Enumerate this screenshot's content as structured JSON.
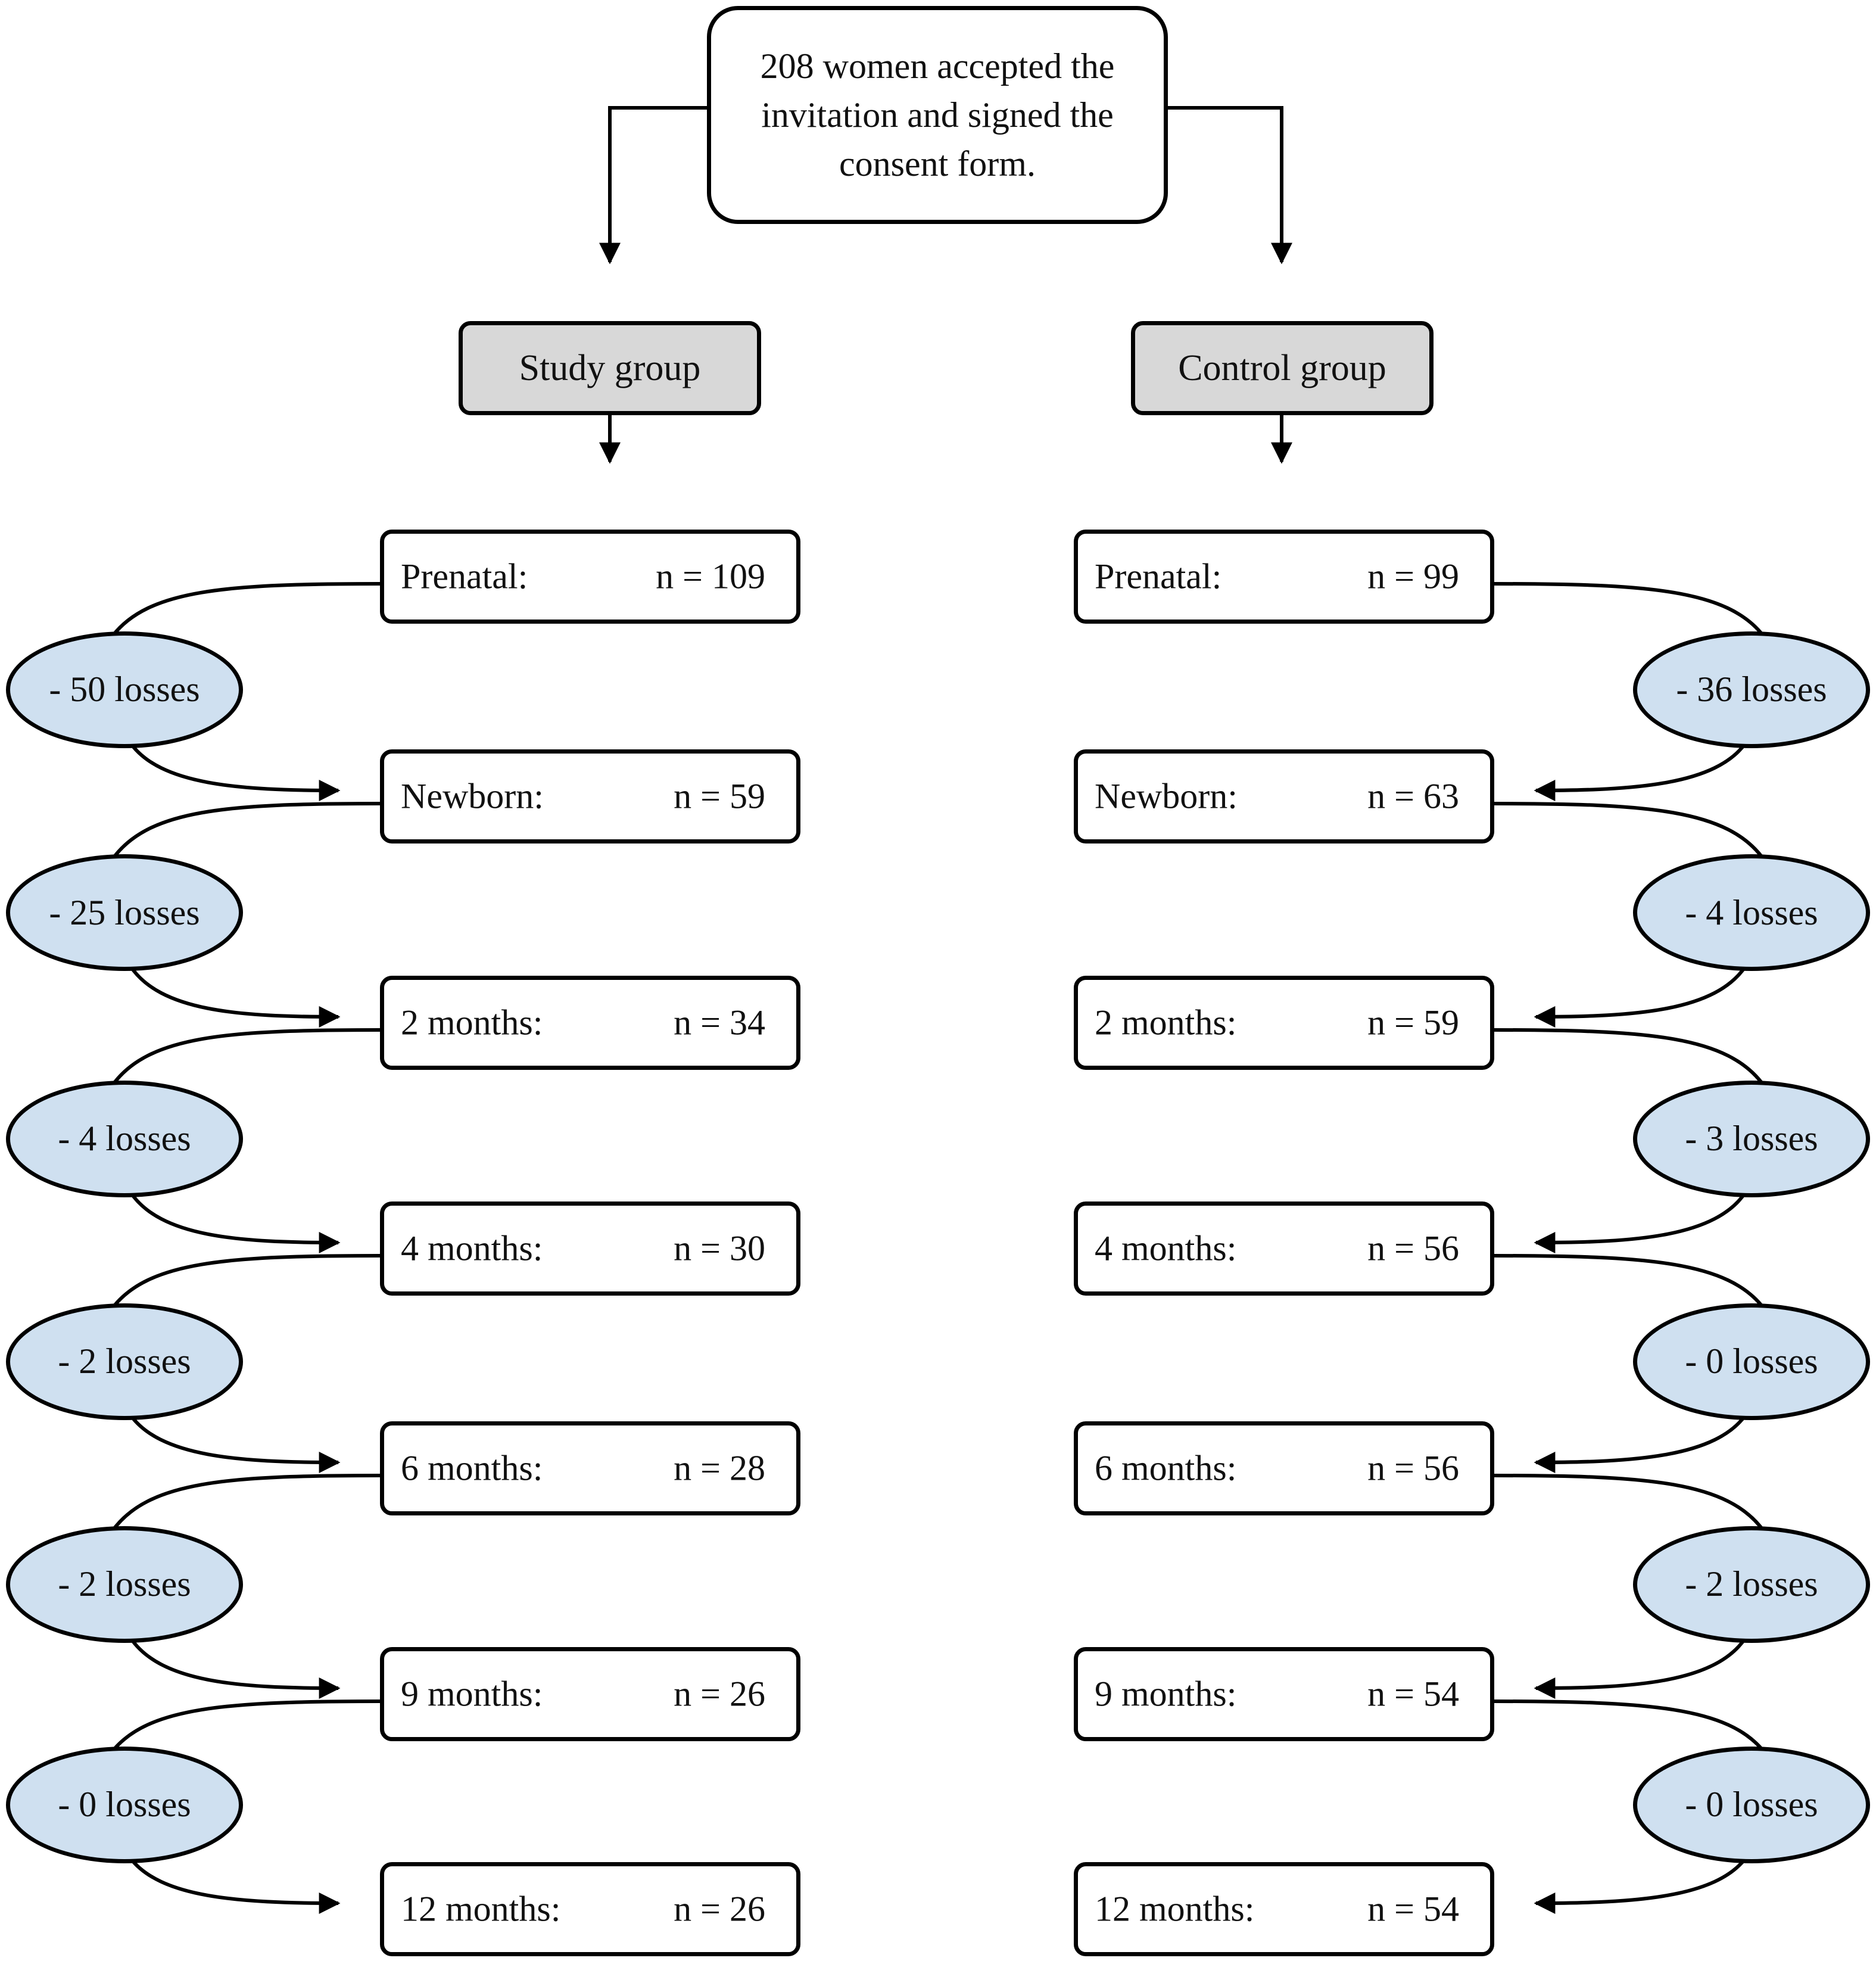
{
  "top": {
    "text": "208 women accepted the invitation and signed the consent form."
  },
  "groups": [
    {
      "name": "Study group",
      "stages": [
        {
          "label": "Prenatal:",
          "n": "n = 109"
        },
        {
          "label": "Newborn:",
          "n": "n = 59"
        },
        {
          "label": "2 months:",
          "n": "n = 34"
        },
        {
          "label": "4 months:",
          "n": "n = 30"
        },
        {
          "label": "6 months:",
          "n": "n = 28"
        },
        {
          "label": "9 months:",
          "n": "n = 26"
        },
        {
          "label": "12 months:",
          "n": "n = 26"
        }
      ],
      "losses": [
        "- 50 losses",
        "- 25 losses",
        "- 4 losses",
        "- 2 losses",
        "- 2 losses",
        "- 0 losses"
      ]
    },
    {
      "name": "Control group",
      "stages": [
        {
          "label": "Prenatal:",
          "n": "n = 99"
        },
        {
          "label": "Newborn:",
          "n": "n = 63"
        },
        {
          "label": "2 months:",
          "n": "n = 59"
        },
        {
          "label": "4 months:",
          "n": "n = 56"
        },
        {
          "label": "6 months:",
          "n": "n = 56"
        },
        {
          "label": "9 months:",
          "n": "n = 54"
        },
        {
          "label": "12 months:",
          "n": "n = 54"
        }
      ],
      "losses": [
        "- 36 losses",
        "- 4 losses",
        "- 3 losses",
        "- 0 losses",
        "- 2 losses",
        "- 0 losses"
      ]
    }
  ],
  "colors": {
    "loss_fill": "#cfe0f0",
    "group_fill": "#d8d8d8",
    "stroke": "#000000"
  }
}
